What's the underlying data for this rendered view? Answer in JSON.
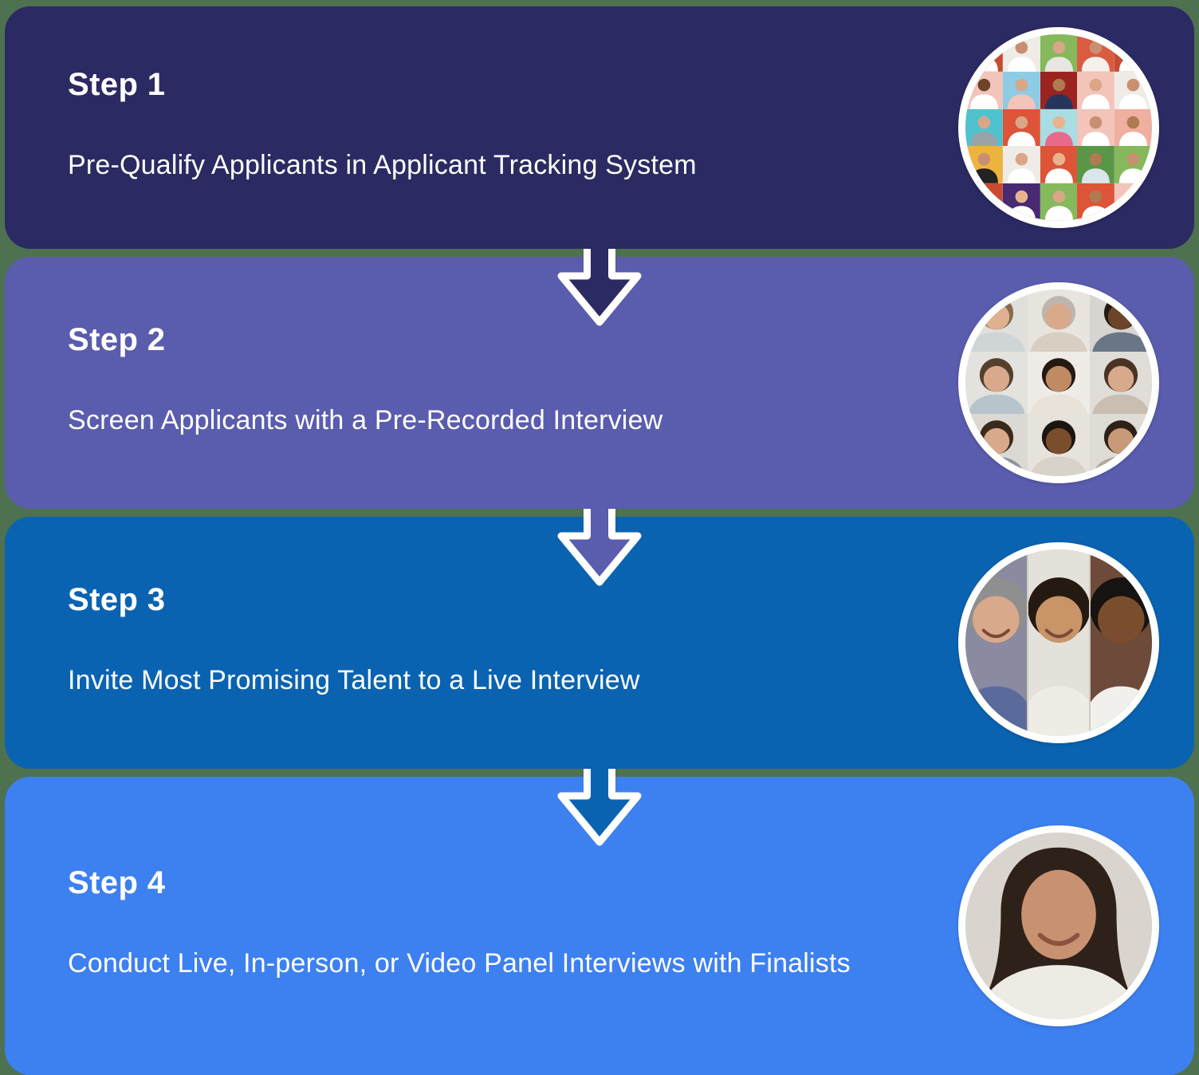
{
  "page": {
    "background_color": "#4e7150",
    "arrow_stroke_color": "#ffffff"
  },
  "steps": [
    {
      "title": "Step 1",
      "subtitle": "Pre-Qualify Applicants in Applicant Tracking System",
      "band_color": "#2b2a63",
      "image": {
        "type": "collage-grid-5x5",
        "alt": "collage of many applicants posing on colorful backgrounds",
        "tiles": [
          {
            "b": "#c74a31",
            "s": "#8a5a3b",
            "c": "#ffffff"
          },
          {
            "b": "#efece7",
            "s": "#c89070",
            "c": "#ffffff"
          },
          {
            "b": "#85b95c",
            "s": "#d9a687",
            "c": "#e8e6e2"
          },
          {
            "b": "#d95c41",
            "s": "#c89070",
            "c": "#f4f2ee"
          },
          {
            "b": "#c74a31",
            "s": "#8a5a3b",
            "c": "#ffffff"
          },
          {
            "b": "#f3c4ba",
            "s": "#6b4429",
            "c": "#ffffff"
          },
          {
            "b": "#8ecbe5",
            "s": "#d9a687",
            "c": "#f3c4ba"
          },
          {
            "b": "#9c2420",
            "s": "#b07a52",
            "c": "#27355c"
          },
          {
            "b": "#f3c4ba",
            "s": "#d9a687",
            "c": "#ffffff"
          },
          {
            "b": "#efece7",
            "s": "#c89070",
            "c": "#ffffff"
          },
          {
            "b": "#4ec3ce",
            "s": "#d9a687",
            "c": "#9aa3a8"
          },
          {
            "b": "#dd5438",
            "s": "#d9a687",
            "c": "#ffffff"
          },
          {
            "b": "#a8dde4",
            "s": "#e8b48e",
            "c": "#e86a8a"
          },
          {
            "b": "#f3c4ba",
            "s": "#c89070",
            "c": "#ffffff"
          },
          {
            "b": "#efb09f",
            "s": "#b07a52",
            "c": "#ffffff"
          },
          {
            "b": "#eeb23f",
            "s": "#c89070",
            "c": "#222222"
          },
          {
            "b": "#efece7",
            "s": "#d9a687",
            "c": "#ffffff"
          },
          {
            "b": "#dd5438",
            "s": "#e8b48e",
            "c": "#ffffff"
          },
          {
            "b": "#5a9648",
            "s": "#b07a52",
            "c": "#dce4ec"
          },
          {
            "b": "#85b95c",
            "s": "#c89070",
            "c": "#ffffff"
          },
          {
            "b": "#c74a31",
            "s": "#d9a687",
            "c": "#ffffff"
          },
          {
            "b": "#472a71",
            "s": "#e8b48e",
            "c": "#ffffff"
          },
          {
            "b": "#85b95c",
            "s": "#d9a687",
            "c": "#ffffff"
          },
          {
            "b": "#dd5438",
            "s": "#b07a52",
            "c": "#ffffff"
          },
          {
            "b": "#f3c4ba",
            "s": "#c89070",
            "c": "#ffffff"
          }
        ]
      }
    },
    {
      "title": "Step 2",
      "subtitle": "Screen Applicants with a Pre-Recorded Interview",
      "band_color": "#5a5cae",
      "image": {
        "type": "faces-grid-3x3",
        "alt": "video grid of nine applicant headshots",
        "tiles": [
          {
            "b": "#dfe0dc",
            "s": "#e0b090",
            "h": "#8a6a4e",
            "c": "#cfd4d6"
          },
          {
            "b": "#e8e4de",
            "s": "#d9a98b",
            "h": "#bdb6ae",
            "c": "#d8cfc2"
          },
          {
            "b": "#d8d4d0",
            "s": "#6b4429",
            "h": "#241a12",
            "c": "#6a7686"
          },
          {
            "b": "#e4e2de",
            "s": "#d9a98b",
            "h": "#54402c",
            "c": "#b8c4cc"
          },
          {
            "b": "#efece8",
            "s": "#c08a62",
            "h": "#241a12",
            "c": "#e8e2d8"
          },
          {
            "b": "#e0ddd8",
            "s": "#d9a98b",
            "h": "#4a3322",
            "c": "#c8beb2"
          },
          {
            "b": "#dcd8d4",
            "s": "#d9a98b",
            "h": "#3a2a1c",
            "c": "#8a949e"
          },
          {
            "b": "#e6e2dc",
            "s": "#7a4e2d",
            "h": "#1c140e",
            "c": "#d8d2c8"
          },
          {
            "b": "#dfdcd6",
            "s": "#c89a78",
            "h": "#2e2218",
            "c": "#b0a89c"
          }
        ]
      }
    },
    {
      "title": "Step 3",
      "subtitle": "Invite Most Promising Talent to a Live Interview",
      "band_color": "#0a63b1",
      "image": {
        "type": "three-panel",
        "alt": "three smiling candidates side by side",
        "panels": [
          {
            "b": "#8a8aa0",
            "s": "#d9a98b",
            "h": "#8f8f8f",
            "c": "#5a6a9a"
          },
          {
            "b": "#e4e0da",
            "s": "#c89468",
            "h": "#241a12",
            "c": "#efece6"
          },
          {
            "b": "#6e4a3a",
            "s": "#7a4e2d",
            "h": "#171310",
            "c": "#f2f0ec"
          }
        ]
      }
    },
    {
      "title": "Step 4",
      "subtitle": "Conduct Live, In-person, or Video Panel Interviews with Finalists",
      "band_color": "#3d80f0",
      "image": {
        "type": "single-portrait",
        "alt": "smiling finalist with long dark hair",
        "portrait": {
          "b": "#d9d4ce",
          "s": "#c89272",
          "h": "#2e2119",
          "c": "#eeeae4"
        }
      }
    }
  ]
}
